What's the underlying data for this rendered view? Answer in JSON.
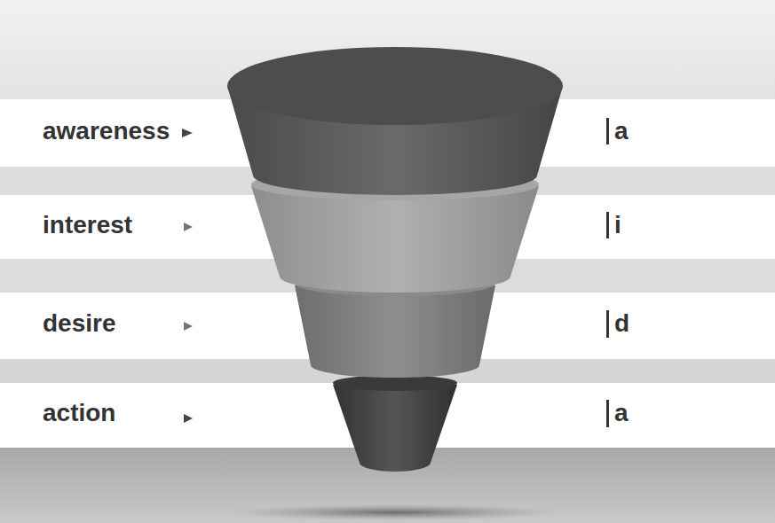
{
  "diagram": {
    "nodes": [
      {
        "text": [
          "awareness",
          "a"
        ]
      },
      {
        "text": [
          "interest",
          "i"
        ]
      },
      {
        "text": [
          "desire",
          "d"
        ]
      },
      {
        "text": [
          "action",
          "a"
        ]
      }
    ]
  }
}
